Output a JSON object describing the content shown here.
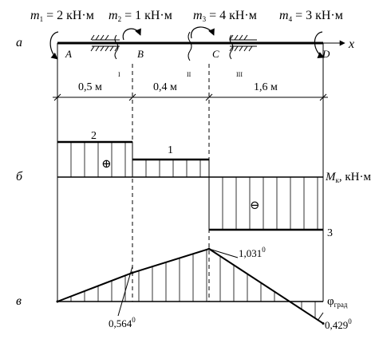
{
  "moments": [
    {
      "symbol": "m",
      "index": "1",
      "rest": " = 2 кН·м"
    },
    {
      "symbol": "m",
      "index": "2",
      "rest": " = 1 кН·м"
    },
    {
      "symbol": "m",
      "index": "3",
      "rest": " = 4 кН·м"
    },
    {
      "symbol": "m",
      "index": "4",
      "rest": " = 3 кН·м"
    }
  ],
  "row_labels": {
    "a": "а",
    "b": "б",
    "v": "в"
  },
  "axis_label": "x",
  "points": [
    "A",
    "B",
    "C",
    "D"
  ],
  "sections": [
    "I",
    "II",
    "III"
  ],
  "segment_lengths": [
    "0,5 м",
    "0,4 м",
    "1,6 м"
  ],
  "torque": {
    "values": [
      2,
      1,
      -3
    ],
    "value_labels": [
      "2",
      "1",
      "3"
    ],
    "plus_sign": "⊕",
    "minus_sign": "⊖",
    "axis_label_symbol": "M",
    "axis_label_sub": "к",
    "axis_label_unit": ", кН·м"
  },
  "angle": {
    "values": [
      0,
      0.564,
      1.031,
      -0.429
    ],
    "labels": [
      "0,564",
      "1,031",
      "0,429"
    ],
    "degree_mark": "0",
    "axis_label_symbol": "φ",
    "axis_label_sub": "град"
  }
}
